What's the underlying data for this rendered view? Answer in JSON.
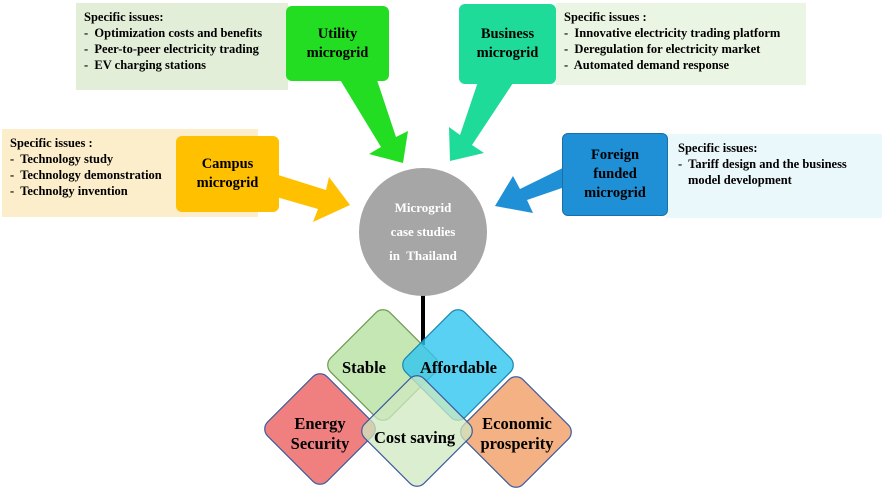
{
  "center": {
    "lines": [
      "Microgrid",
      "case studies",
      "in  Thailand"
    ]
  },
  "utility": {
    "box_lines": [
      "Utility",
      "microgrid"
    ],
    "issues_title": "Specific issues:",
    "issues": [
      "Optimization costs and benefits",
      "Peer-to-peer electricity trading",
      "EV charging stations"
    ]
  },
  "business": {
    "box_lines": [
      "Business",
      "microgrid"
    ],
    "issues_title": "Specific issues :",
    "issues": [
      "Innovative electricity trading platform",
      "Deregulation for electricity market",
      "Automated demand response"
    ]
  },
  "campus": {
    "box_lines": [
      "Campus",
      "microgrid"
    ],
    "issues_title": "Specific issues :",
    "issues": [
      "Technology study",
      "Technology demonstration",
      "Technolgy invention"
    ]
  },
  "foreign": {
    "box_lines": [
      "Foreign",
      "funded",
      "microgrid"
    ],
    "issues_title": "Specific issues:",
    "issues": [
      "Tariff design and the business",
      "model development"
    ]
  },
  "outcomes": {
    "stable": "Stable",
    "affordable": "Affordable",
    "energy_security_lines": [
      "Energy",
      "Security"
    ],
    "cost_saving": "Cost saving",
    "economic_prosperity_lines": [
      "Economic",
      "prosperity"
    ]
  },
  "colors": {
    "utility": "#22dd22",
    "business": "#1fdb9a",
    "campus": "#ffc000",
    "foreign": "#1f8fd6",
    "center": "#a6a6a6",
    "stable": "#b7e1a1",
    "affordable": "#2ec5f0",
    "energy_security": "#f08080",
    "cost_saving": "#cfe8c0",
    "economic_prosperity": "#f4b183"
  }
}
